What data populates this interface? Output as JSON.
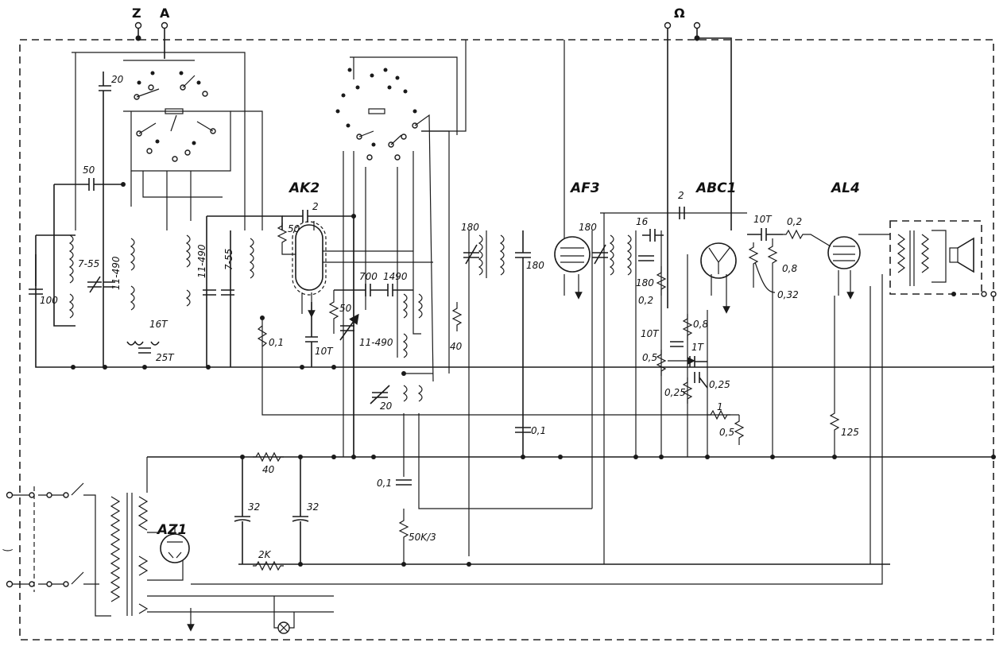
{
  "terminals": {
    "z": "Z",
    "a": "A",
    "loop": "Ω"
  },
  "tubes": {
    "ak2": "AK2",
    "af3": "AF3",
    "abc1": "ABC1",
    "al4": "AL4",
    "az1": "AZ1"
  },
  "labels": {
    "c_20_top": "20",
    "c_50": "50",
    "c_100": "100",
    "trim_7_55_left": "7-55",
    "var_11_490_left": "11-490",
    "coil_16t": "16T",
    "coil_25t": "25T",
    "var_11_490_mid": "11-490",
    "trim_7_55_mid": "7-55",
    "r_0_1_left": "0,1",
    "r_50_ak2": "50",
    "c_2_ak2": "2",
    "r_50_grid": "50",
    "c_10t_ak2": "10T",
    "c_700": "700",
    "c_1490": "1490",
    "var_11_490_osc": "11-490",
    "trim_20": "20",
    "r_40_osc": "40",
    "c_180_if1": "180",
    "c_180_if1b": "180",
    "c_180_if2": "180",
    "c_0_1_af3": "0,1",
    "c_2_abc1": "2",
    "c_16": "16",
    "c_180_det": "180",
    "r_0_2_det": "0,2",
    "r_0_8": "0,8",
    "c_10t_vol": "10T",
    "pot_0_5": "0,5",
    "c_1t": "1T",
    "r_0_25_a": "0,25",
    "r_0_25_b": "0,25",
    "r_1": "1",
    "r_0_5_b": "0,5",
    "c_10t_al4": "10T",
    "r_0_2_al4": "0,2",
    "r_0_8_al4": "0,8",
    "r_0_32": "0,32",
    "r_125": "125",
    "c_0_1_bottom": "0,1",
    "r_50k3": "50K/3",
    "r_40_supply": "40",
    "c_32_a": "32",
    "c_32_b": "32",
    "r_2k": "2K"
  }
}
